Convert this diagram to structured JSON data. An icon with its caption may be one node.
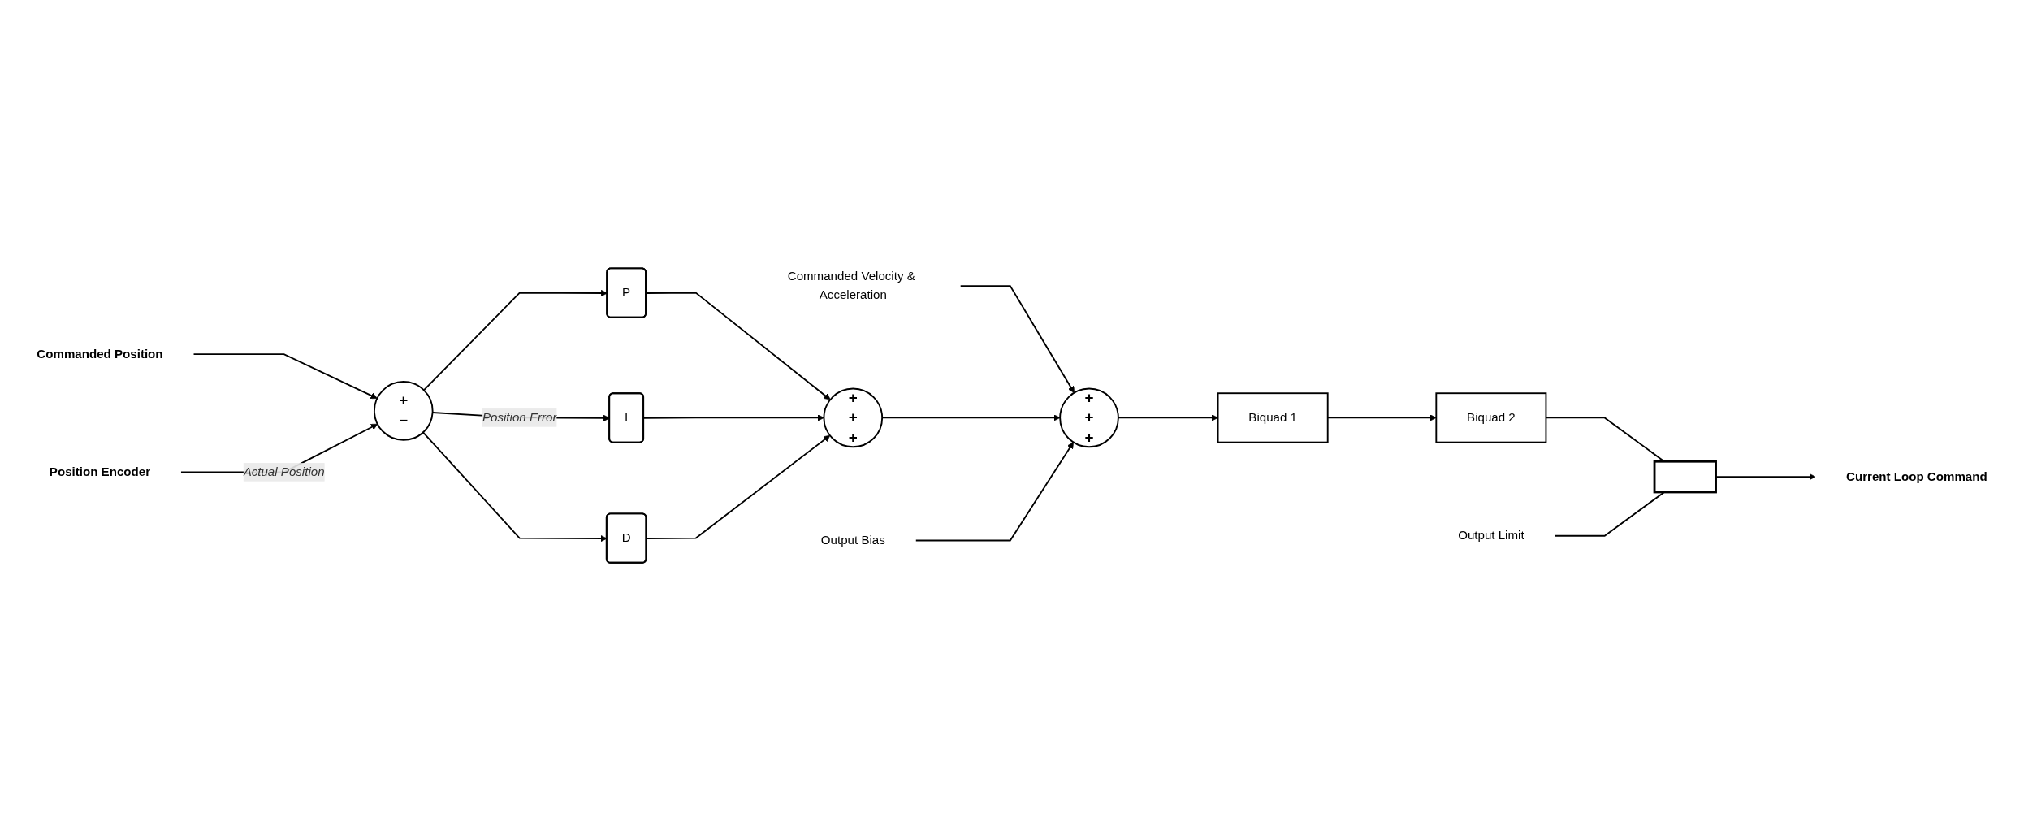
{
  "diagram": {
    "nodes": [
      {
        "text": [
          "Commanded Velocity & Acceleration"
        ]
      },
      {
        "text": [
          "Commanded Position"
        ]
      },
      {
        "text": [
          "+",
          "−"
        ]
      },
      {
        "text": [
          "P"
        ]
      },
      {
        "text": [
          "I"
        ]
      },
      {
        "text": [
          "D"
        ]
      },
      {
        "text": [
          "+",
          "+",
          "+"
        ]
      },
      {
        "text": [
          "+",
          "+",
          "+"
        ]
      },
      {
        "text": [
          "Biquad 1"
        ]
      },
      {
        "text": [
          "Biquad 2"
        ]
      },
      {
        "text": [],
        "shape": "bar"
      },
      {
        "text": [
          "Current Loop Command"
        ]
      },
      {
        "text": [
          "Output Bias"
        ]
      },
      {
        "text": [
          "Output Limit"
        ]
      },
      {
        "text": [
          "Position Encoder"
        ]
      }
    ],
    "edges": [
      {
        "from": 0,
        "to": 7,
        "arrow": "to"
      },
      {
        "from": 1,
        "to": 2,
        "arrow": "to"
      },
      {
        "from": 2,
        "to": 3,
        "arrow": "to"
      },
      {
        "from": 2,
        "to": 4,
        "arrow": "to",
        "label": "Position Error"
      },
      {
        "from": 2,
        "to": 5,
        "arrow": "to"
      },
      {
        "from": 3,
        "to": 6,
        "arrow": "to"
      },
      {
        "from": 4,
        "to": 6,
        "arrow": "to"
      },
      {
        "from": 5,
        "to": 6,
        "arrow": "to"
      },
      {
        "from": 6,
        "to": 7,
        "arrow": "to"
      },
      {
        "from": 12,
        "to": 7,
        "arrow": "to"
      },
      {
        "from": 7,
        "to": 8,
        "arrow": "to"
      },
      {
        "from": 8,
        "to": 9,
        "arrow": "to"
      },
      {
        "from": 9,
        "to": 10,
        "arrow": "none"
      },
      {
        "from": 10,
        "to": 11,
        "arrow": "to"
      },
      {
        "from": 13,
        "to": 10,
        "arrow": "none"
      },
      {
        "from": 14,
        "to": 2,
        "arrow": "to",
        "label": "Actual Position"
      }
    ]
  }
}
